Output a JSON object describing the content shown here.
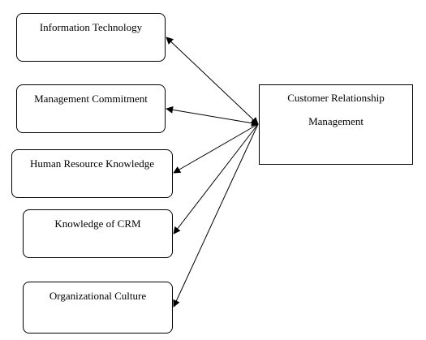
{
  "factors": [
    {
      "id": "it",
      "label": "Information Technology"
    },
    {
      "id": "mc",
      "label": "Management  Commitment"
    },
    {
      "id": "hrk",
      "label": "Human Resource  Knowledge"
    },
    {
      "id": "kcrm",
      "label": "Knowledge  of CRM"
    },
    {
      "id": "oc",
      "label": "Organizational  Culture"
    }
  ],
  "target": {
    "line1": "Customer Relationship",
    "line2": "Management"
  },
  "arrows": [
    {
      "from": "crm",
      "to": "it",
      "direction": "both"
    },
    {
      "from": "crm",
      "to": "mc",
      "direction": "both"
    },
    {
      "from": "crm",
      "to": "hrk",
      "direction": "to-factor"
    },
    {
      "from": "crm",
      "to": "kcrm",
      "direction": "to-factor"
    },
    {
      "from": "crm",
      "to": "oc",
      "direction": "to-factor"
    }
  ]
}
